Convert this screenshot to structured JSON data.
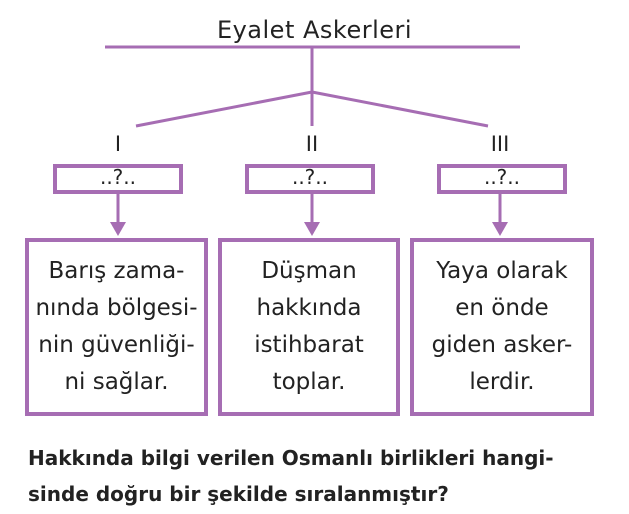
{
  "diagram": {
    "title": "Eyalet Askerleri",
    "branches": [
      {
        "roman": "I",
        "question_box": "..?..",
        "description": "Barış zama-\nnında bölgesi-\nnin güvenliği-\nni sağlar."
      },
      {
        "roman": "II",
        "question_box": "..?..",
        "description": "Düşman\nhakkında\nistihbarat\ntoplar."
      },
      {
        "roman": "III",
        "question_box": "..?..",
        "description": "Yaya olarak\nen önde\ngiden asker-\nlerdir."
      }
    ]
  },
  "question": {
    "text": "Hakkında bilgi verilen Osmanlı birlikleri hangi-\nsinde doğru bir şekilde sıralanmıştır?"
  },
  "colors": {
    "accent": "#a66db3",
    "text": "#222222"
  }
}
